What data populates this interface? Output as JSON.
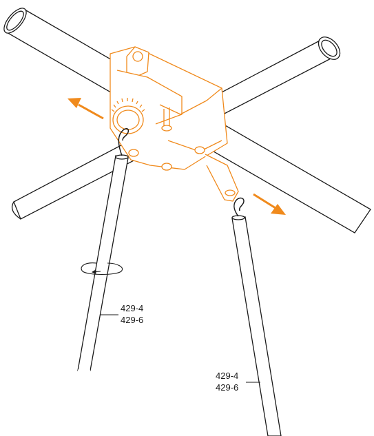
{
  "colors": {
    "line": "#1a1a1a",
    "accent": "#f08a1c",
    "background": "#ffffff"
  },
  "labels": {
    "left_pole": {
      "line1": "429-4",
      "line2": "429-6"
    },
    "right_pole": {
      "line1": "429-4",
      "line2": "429-6"
    }
  },
  "icons": {
    "rotate": "rotation-arrow-icon",
    "pull": "direction-arrow-icon"
  }
}
